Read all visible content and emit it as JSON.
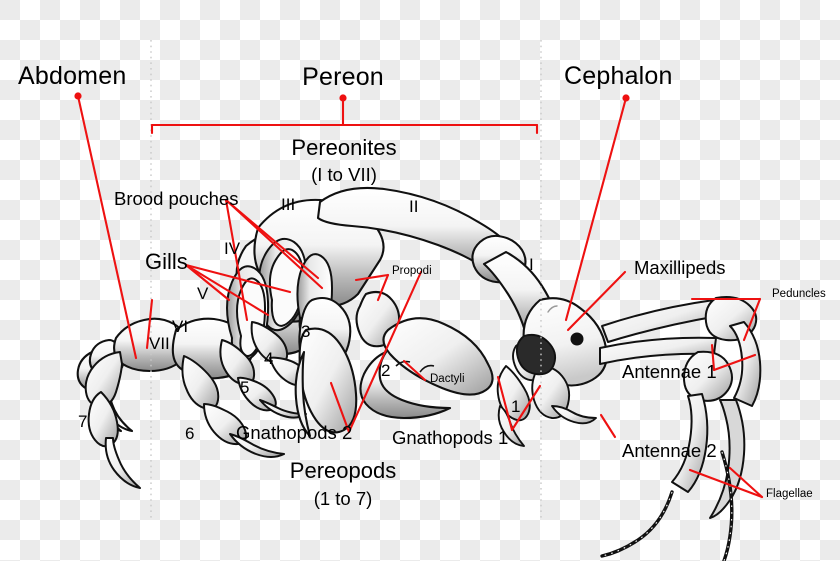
{
  "diagram": {
    "subject": "caprellid-amphipod-anatomy",
    "accent_color": "#ee1111",
    "text_color": "#000000",
    "background": "transparent-checkerboard"
  },
  "major_labels": {
    "abdomen": "Abdomen",
    "pereon": "Pereon",
    "cephalon": "Cephalon"
  },
  "bracket_labels": {
    "pereonites": "Pereonites",
    "pereonites_range": "(I to VII)",
    "pereopods": "Pereopods",
    "pereopods_range": "(1 to 7)"
  },
  "callouts": {
    "brood_pouches": "Brood pouches",
    "gills": "Gills",
    "maxillipeds": "Maxillipeds",
    "antennae_1": "Antennae 1",
    "antennae_2": "Antennae 2",
    "peduncles": "Peduncles",
    "flagellae": "Flagellae",
    "propodi": "Propodi",
    "dactyli": "Dactyli",
    "gnathopods_1": "Gnathopods 1",
    "gnathopods_2": "Gnathopods 2"
  },
  "segment_numerals": {
    "i": "I",
    "ii": "II",
    "iii": "III",
    "iv": "IV",
    "v": "V",
    "vi": "VI",
    "vii": "VII"
  },
  "appendage_numbers": {
    "n1": "1",
    "n2": "2",
    "n3": "3",
    "n4": "4",
    "n5": "5",
    "n6": "6",
    "n7": "7"
  }
}
